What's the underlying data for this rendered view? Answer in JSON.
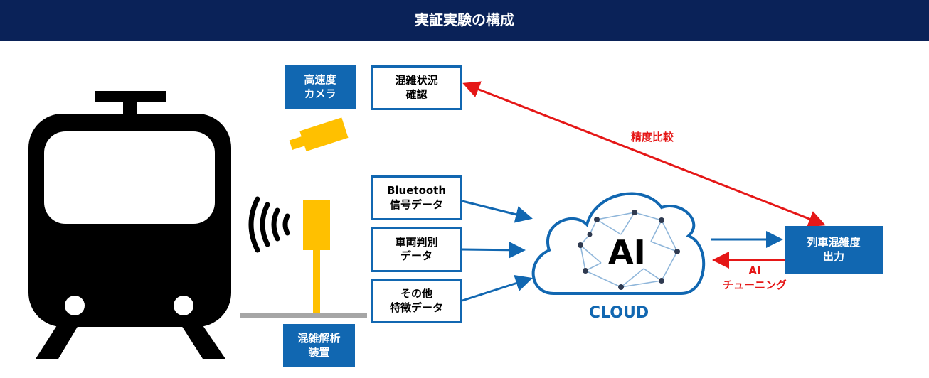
{
  "header": {
    "title": "実証実験の構成"
  },
  "labels": {
    "camera": "高速度\nカメラ",
    "congestion_check": "混雑状況\n確認",
    "bluetooth": "Bluetooth\n信号データ",
    "vehicle": "車両判別\nデータ",
    "other": "その他\n特徴データ",
    "analyzer": "混雑解析\n装置",
    "output": "列車混雑度\n出力",
    "accuracy": "精度比較",
    "tuning": "AI\nチューニング",
    "cloud": "CLOUD",
    "ai": "AI"
  },
  "colors": {
    "header_bg": "#0a2258",
    "box_blue": "#1167b1",
    "red": "#e51717",
    "yellow": "#ffc000",
    "gray": "#a6a6a6"
  },
  "icons": [
    "train-icon",
    "camera-icon",
    "signal-wave-icon",
    "sensor-pole-icon",
    "cloud-icon",
    "network-icon"
  ]
}
